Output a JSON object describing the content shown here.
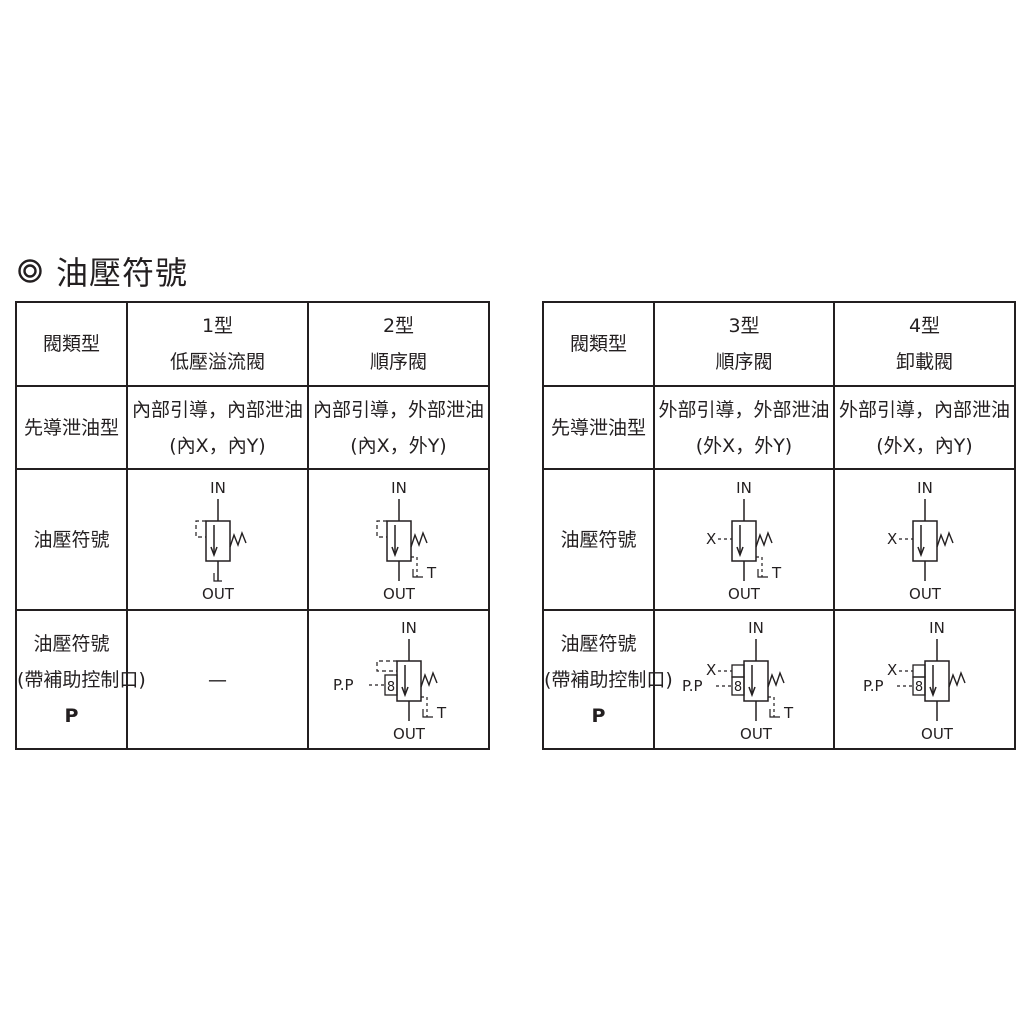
{
  "title": "油壓符號",
  "left_table": {
    "header_label": "閥類型",
    "columns": [
      {
        "type": "1型",
        "name": "低壓溢流閥",
        "pilot_line1": "內部引導，內部泄油",
        "pilot_line2": "(內X，內Y)"
      },
      {
        "type": "2型",
        "name": "順序閥",
        "pilot_line1": "內部引導，外部泄油",
        "pilot_line2": "(內X，外Y)"
      }
    ],
    "row_pilot": "先導泄油型",
    "row_symbol": "油壓符號",
    "row_symbol2_line1": "油壓符號",
    "row_symbol2_line2": "(帶補助控制口)",
    "row_symbol2_line3": "P",
    "empty_mark": "—"
  },
  "right_table": {
    "header_label": "閥類型",
    "columns": [
      {
        "type": "3型",
        "name": "順序閥",
        "pilot_line1": "外部引導，外部泄油",
        "pilot_line2": "(外X，外Y)"
      },
      {
        "type": "4型",
        "name": "卸載閥",
        "pilot_line1": "外部引導，內部泄油",
        "pilot_line2": "(外X，內Y)"
      }
    ],
    "row_pilot": "先導泄油型",
    "row_symbol": "油壓符號",
    "row_symbol2_line1": "油壓符號",
    "row_symbol2_line2": "(帶補助控制口)",
    "row_symbol2_line3": "P"
  },
  "symbol_labels": {
    "in": "IN",
    "out": "OUT",
    "t": "T",
    "x": "X",
    "pp": "P.P",
    "pp_mark": "8"
  }
}
